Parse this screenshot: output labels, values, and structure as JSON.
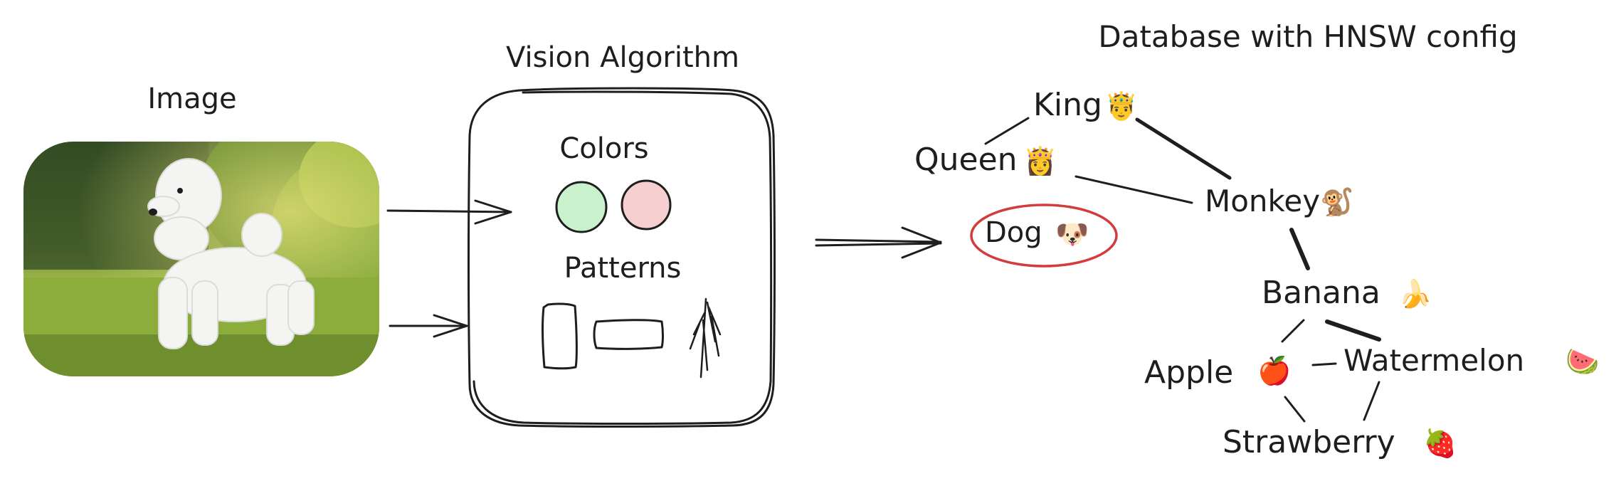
{
  "labels": {
    "image": "Image",
    "vision_algorithm": "Vision Algorithm",
    "colors": "Colors",
    "patterns": "Patterns",
    "database": "Database with HNSW config"
  },
  "nodes": {
    "king": {
      "label": "King",
      "emoji": "🤴"
    },
    "queen": {
      "label": "Queen",
      "emoji": "👸"
    },
    "monkey": {
      "label": "Monkey",
      "emoji": "🐒"
    },
    "dog": {
      "label": "Dog",
      "emoji": "🐶"
    },
    "banana": {
      "label": "Banana",
      "emoji": "🍌"
    },
    "apple": {
      "label": "Apple",
      "emoji": "🍎"
    },
    "watermelon": {
      "label": "Watermelon",
      "emoji": "🍉"
    },
    "strawberry": {
      "label": "Strawberry",
      "emoji": "🍓"
    }
  },
  "colors": {
    "swatch_green": "#c9f2cc",
    "swatch_pink": "#f6d0d1",
    "highlight_ring": "#d23c3c",
    "ink": "#1e1e1e"
  },
  "icons": {
    "image_content": "white poodle on grass photo"
  }
}
